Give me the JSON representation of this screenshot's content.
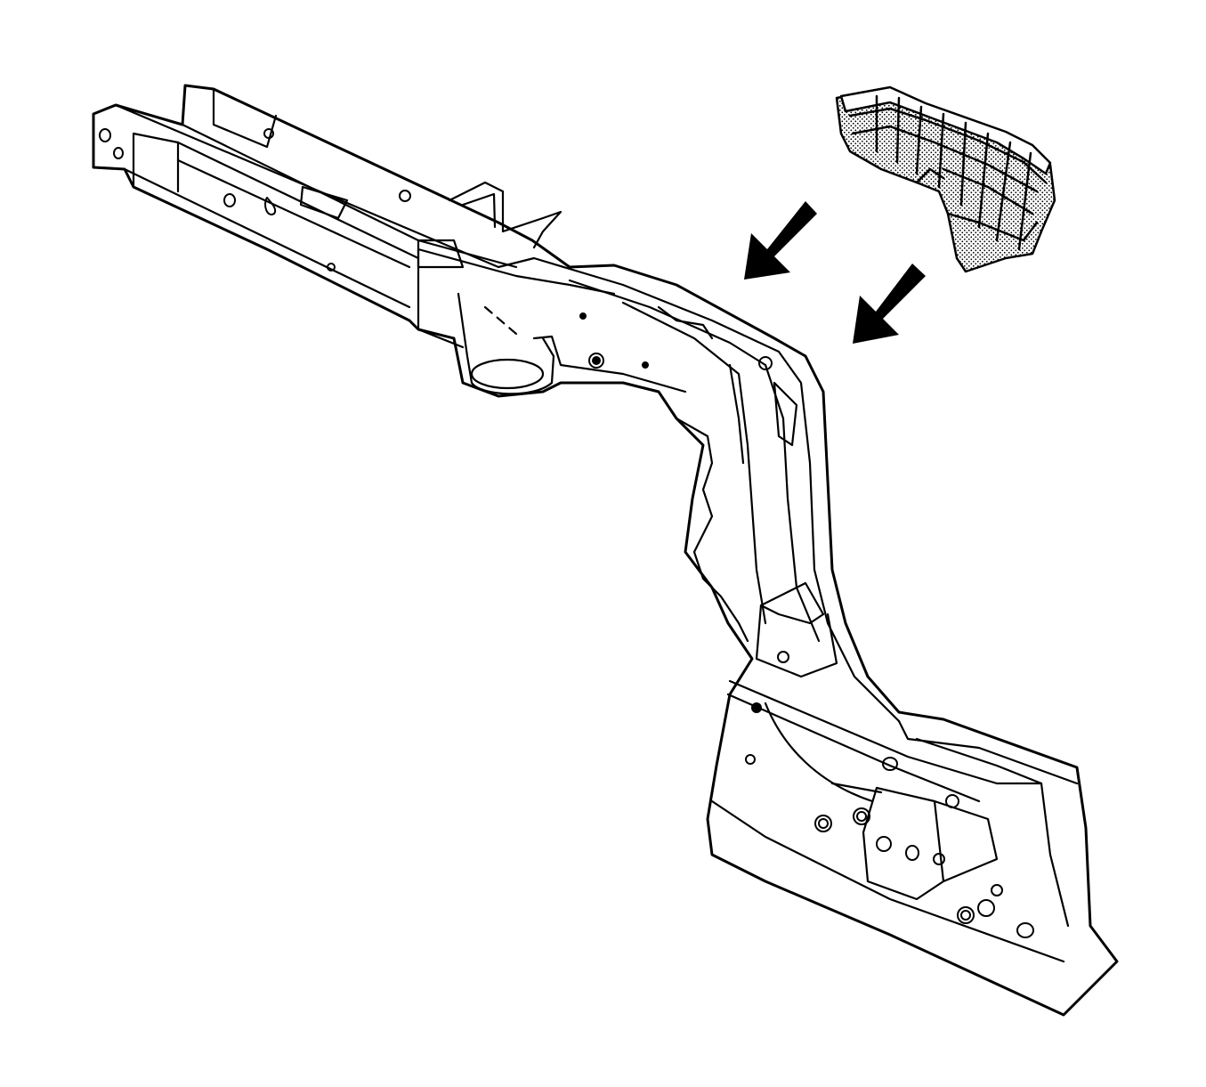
{
  "figure": {
    "background_color": "#ffffff",
    "line_color": "#000000",
    "fill_color": "#ffffff",
    "shade_color": "#8a8a8a",
    "parts": [
      {
        "id": "rail-assembly",
        "icon": "frame-rail-icon"
      },
      {
        "id": "insert-component",
        "icon": "foam-insert-icon"
      }
    ],
    "arrows": [
      {
        "id": "arrow-upper",
        "direction": "down-left"
      },
      {
        "id": "arrow-lower",
        "direction": "down-left"
      }
    ]
  }
}
